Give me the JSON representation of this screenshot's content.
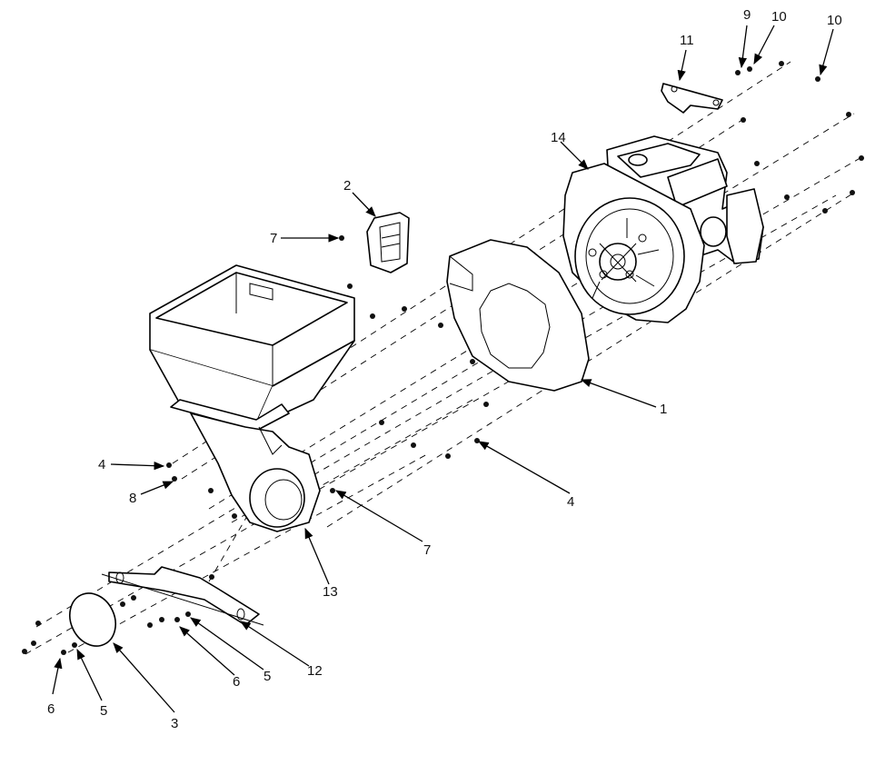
{
  "callouts": [
    {
      "label": "1",
      "key": "chute-housing"
    },
    {
      "label": "2",
      "key": "vent-bracket"
    },
    {
      "label": "3",
      "key": "discharge-cover"
    },
    {
      "label": "4",
      "key": "nut-left"
    },
    {
      "label": "4",
      "key": "nut-right"
    },
    {
      "label": "5",
      "key": "washer-bottom-left"
    },
    {
      "label": "5",
      "key": "washer-bottom-mid"
    },
    {
      "label": "6",
      "key": "bolt-bottom-left"
    },
    {
      "label": "6",
      "key": "bolt-bottom-mid"
    },
    {
      "label": "7",
      "key": "nut-top"
    },
    {
      "label": "7",
      "key": "nut-housing"
    },
    {
      "label": "8",
      "key": "bolt-left"
    },
    {
      "label": "9",
      "key": "bolt-top"
    },
    {
      "label": "10",
      "key": "nut-top-a"
    },
    {
      "label": "10",
      "key": "nut-top-b"
    },
    {
      "label": "11",
      "key": "lift-bracket"
    },
    {
      "label": "12",
      "key": "axle-frame"
    },
    {
      "label": "13",
      "key": "blower-housing"
    },
    {
      "label": "14",
      "key": "engine-assembly"
    }
  ]
}
